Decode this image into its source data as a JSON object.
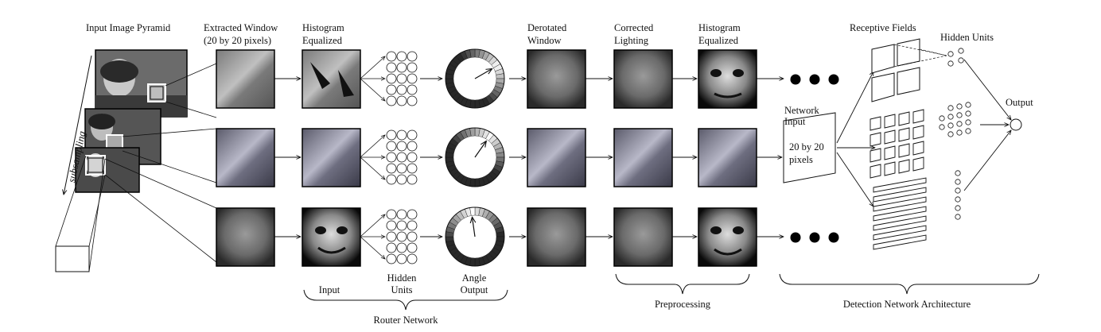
{
  "labels": {
    "pyramid_title": "Input Image Pyramid",
    "extracted_line1": "Extracted Window",
    "extracted_line2": "(20 by 20 pixels)",
    "histeq_line1": "Histogram",
    "histeq_line2": "Equalized",
    "derotated_line1": "Derotated",
    "derotated_line2": "Window",
    "corrected_line1": "Corrected",
    "corrected_line2": "Lighting",
    "histeq2_line1": "Histogram",
    "histeq2_line2": "Equalized",
    "receptive_fields": "Receptive Fields",
    "hidden_units_top": "Hidden Units",
    "output": "Output",
    "network_input_line1": "Network",
    "network_input_line2": "Input",
    "input_size_line1": "20 by 20",
    "input_size_line2": "pixels",
    "subsampling": "subsampling",
    "router_input": "Input",
    "router_hidden_line1": "Hidden",
    "router_hidden_line2": "Units",
    "angle_line1": "Angle",
    "angle_line2": "Output",
    "router_network": "Router Network",
    "preprocessing": "Preprocessing",
    "detection_network": "Detection Network Architecture"
  },
  "colors": {
    "ink": "#111111",
    "frame": "#000000",
    "ring_dark": "#2a2a2a",
    "ring_light": "#f2f2f2"
  },
  "rows": [
    {
      "name": "row-1",
      "angle_deg": 60,
      "has_dots": true
    },
    {
      "name": "row-2",
      "angle_deg": 35,
      "has_dots": false
    },
    {
      "name": "row-3",
      "angle_deg": -8,
      "has_dots": true
    }
  ]
}
